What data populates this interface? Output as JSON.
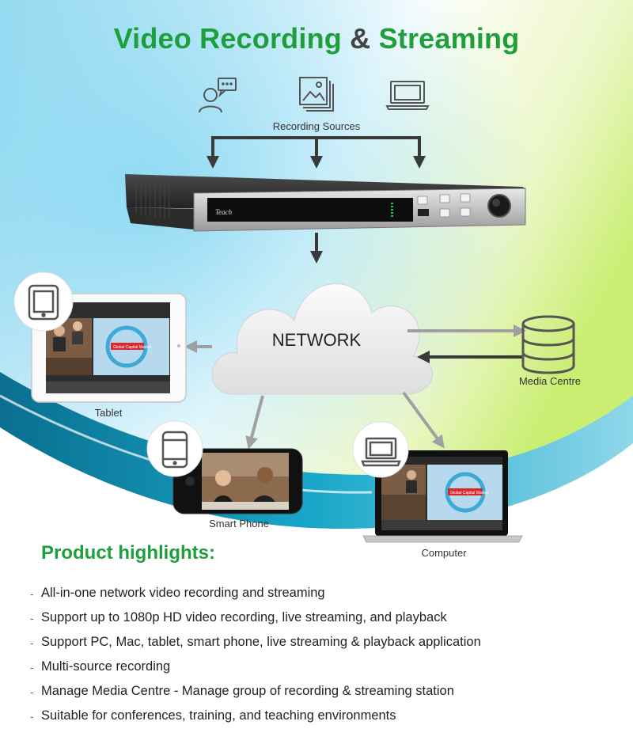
{
  "title": {
    "part1": "Video Recording",
    "amp": "&",
    "part2": "Streaming"
  },
  "sources": {
    "label": "Recording Sources",
    "icons": [
      "presenter-icon",
      "image-gallery-icon",
      "laptop-icon"
    ]
  },
  "recorder": {
    "brand": "Teach"
  },
  "network": {
    "label": "NETWORK"
  },
  "nodes": {
    "media_centre": "Media Centre",
    "tablet": "Tablet",
    "smart_phone": "Smart Phone",
    "computer": "Computer"
  },
  "screen": {
    "banner": "Global Capital Market"
  },
  "highlights": {
    "title": "Product highlights:",
    "items": [
      "All-in-one network video recording and streaming",
      "Support up to 1080p HD video recording, live streaming, and playback",
      "Support PC, Mac, tablet, smart phone, live streaming & playback application",
      "Multi-source recording",
      "Manage Media Centre - Manage group of recording & streaming station",
      "Suitable for conferences, training, and teaching environments"
    ]
  },
  "colors": {
    "accent_green": "#1f9e3c",
    "arrow_dark": "#3a3a3a",
    "arrow_grey": "#a0a0a0"
  }
}
